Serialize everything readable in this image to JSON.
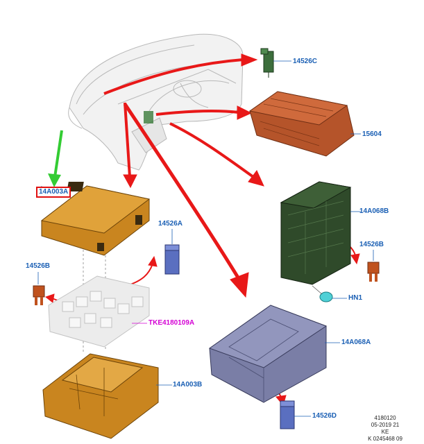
{
  "labels": {
    "ref_14526C": "14526C",
    "ref_15604": "15604",
    "ref_14A003A": "14A003A",
    "ref_14526A": "14526A",
    "ref_14A068B": "14A068B",
    "ref_14526B_right": "14526B",
    "ref_14526B_left": "14526B",
    "ref_HN1": "HN1",
    "ref_TKE4180109A": "TKE4180109A",
    "ref_14A068A": "14A068A",
    "ref_14A003B": "14A003B",
    "ref_14526D": "14526D"
  },
  "footer": {
    "line1": "4180120",
    "line2": "05-2019 21",
    "line3": "KE",
    "line4": "K 0245468 09"
  },
  "colors": {
    "callout_text": "#1a5fb4",
    "callout_highlight_box": "#e01010",
    "kit_label": "#d400d4",
    "arrow_red": "#e81818",
    "arrow_green": "#33cc33",
    "fuse_box_orange": "#d9952a",
    "relay_blue": "#5a6fc0",
    "module_green": "#2f4a2a",
    "module_red_brown": "#b5542a",
    "module_grey_blue": "#7a7ea6"
  }
}
